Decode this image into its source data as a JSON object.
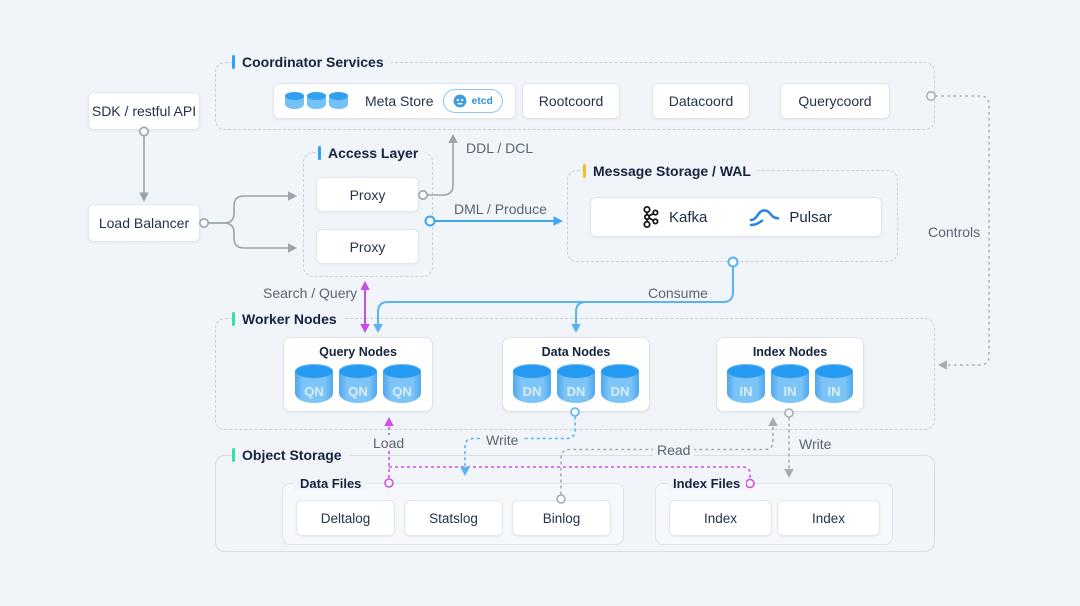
{
  "colors": {
    "bg": "#f1f4f8",
    "ink": "#15233e",
    "muted": "#5a6472",
    "accent-blue": "#2aa3f4",
    "accent-yellow": "#f5bd1f",
    "accent-green": "#2fe3a0",
    "wire-gray": "#9aa3ae",
    "wire-dash-gray": "#a4adb8",
    "wire-blue": "#3da6f3",
    "wire-consume": "#5ab3f4",
    "wire-purple": "#c44fe4",
    "wire-magenta": "#d24fe8",
    "cyl-top": "#259af0",
    "cyl-side": "#4ea7ef",
    "cyl-face": "#7ec5f7"
  },
  "nodes": {
    "sdk": "SDK / restful API",
    "load_balancer": "Load Balancer"
  },
  "sections": {
    "coordinator": {
      "title": "Coordinator Services",
      "meta_store": "Meta Store",
      "etcd_badge": "etcd",
      "coords": [
        "Rootcoord",
        "Datacoord",
        "Querycoord"
      ]
    },
    "access": {
      "title": "Access Layer",
      "proxies": [
        "Proxy",
        "Proxy"
      ]
    },
    "message": {
      "title": "Message Storage / WAL",
      "brokers": [
        "Kafka",
        "Pulsar"
      ]
    },
    "worker": {
      "title": "Worker Nodes",
      "groups": [
        {
          "title": "Query Nodes",
          "node": "QN"
        },
        {
          "title": "Data Nodes",
          "node": "DN"
        },
        {
          "title": "Index Nodes",
          "node": "IN"
        }
      ]
    },
    "storage": {
      "title": "Object Storage",
      "data_files": {
        "title": "Data Files",
        "items": [
          "Deltalog",
          "Statslog",
          "Binlog"
        ]
      },
      "index_files": {
        "title": "Index Files",
        "items": [
          "Index",
          "Index"
        ]
      }
    }
  },
  "edges": {
    "ddl": "DDL / DCL",
    "dml": "DML / Produce",
    "search": "Search / Query",
    "consume": "Consume",
    "controls": "Controls",
    "load": "Load",
    "write_data": "Write",
    "read": "Read",
    "write_index": "Write"
  }
}
